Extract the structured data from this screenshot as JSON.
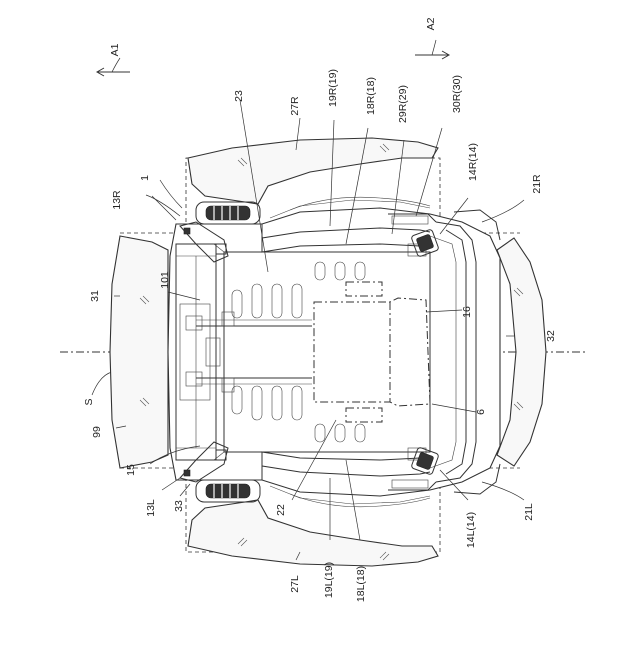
{
  "labels": {
    "A1": "A1",
    "A2": "A2",
    "l1": "1",
    "l6": "6",
    "l13R": "13R",
    "l13L": "13L",
    "l14R": "14R(14)",
    "l14L": "14L(14)",
    "l15": "15",
    "l16": "16",
    "l18R": "18R(18)",
    "l18L": "18L(18)",
    "l19R": "19R(19)",
    "l19L": "19L(19)",
    "l21R": "21R",
    "l21L": "21L",
    "l22": "22",
    "l23": "23",
    "l27R": "27R",
    "l27L": "27L",
    "l29R": "29R(29)",
    "l30R": "30R(30)",
    "l31": "31",
    "l32": "32",
    "l33": "33",
    "l99": "99",
    "l101": "101",
    "S": "S"
  }
}
